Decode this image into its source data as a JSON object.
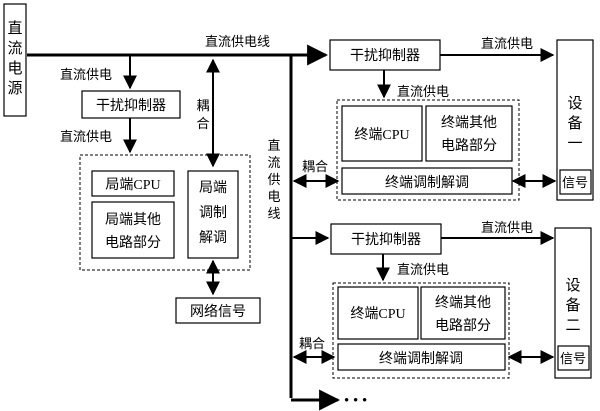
{
  "dc_power_source": "直流电源",
  "bus_label_top": "直流供电线",
  "bus_label_vertical": "直流供电线",
  "dc_supply": "直流供电",
  "interference_suppressor": "干扰抑制器",
  "coupling": "耦合",
  "local": {
    "cpu": "局端CPU",
    "other_circuits_1": "局端其他",
    "other_circuits_2": "电路部分",
    "modem_1": "局端",
    "modem_2": "调制",
    "modem_3": "解调"
  },
  "network_signal": "网络信号",
  "terminal": {
    "cpu": "终端CPU",
    "other_circuits_1": "终端其他",
    "other_circuits_2": "电路部分",
    "modem": "终端调制解调"
  },
  "device_1": "设备一",
  "device_2": "设备二",
  "signal": "信号",
  "more": "• • •"
}
